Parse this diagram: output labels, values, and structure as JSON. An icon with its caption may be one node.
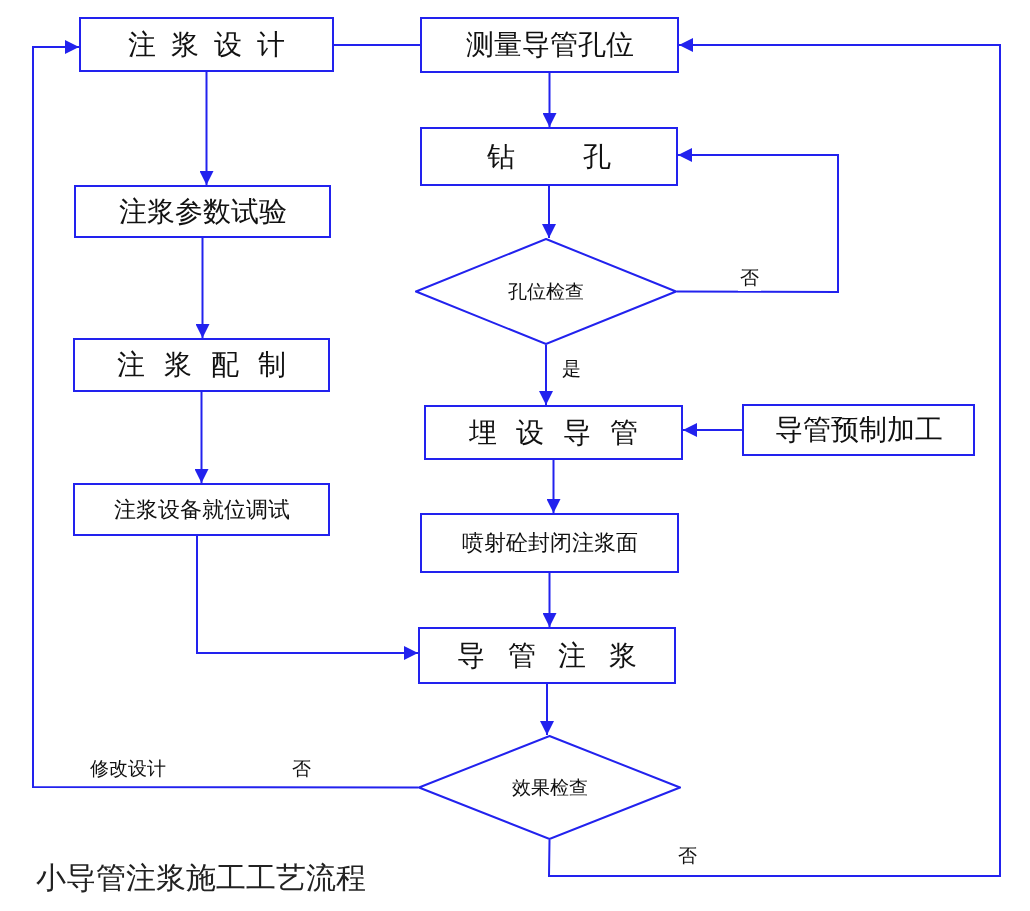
{
  "diagram": {
    "caption": "小导管注浆施工工艺流程",
    "nodes": [
      {
        "text": [
          "注 浆 设 计"
        ]
      },
      {
        "text": [
          "测量导管孔位"
        ]
      },
      {
        "text": [
          "钻 孔"
        ]
      },
      {
        "text": [
          "注浆参数试验"
        ]
      },
      {
        "text": [
          "孔位检查"
        ]
      },
      {
        "text": [
          "注 浆 配 制"
        ]
      },
      {
        "text": [
          "埋 设 导 管"
        ]
      },
      {
        "text": [
          "导管预制加工"
        ]
      },
      {
        "text": [
          "注浆设备就位调试"
        ]
      },
      {
        "text": [
          "喷射砼封闭注浆面"
        ]
      },
      {
        "text": [
          "导 管 注 浆"
        ]
      },
      {
        "text": [
          "效果检查"
        ]
      }
    ],
    "edges": [
      {
        "from": 1,
        "to": 0,
        "arrow": "none"
      },
      {
        "from": 1,
        "to": 2,
        "arrow": "to"
      },
      {
        "from": 0,
        "to": 3,
        "arrow": "to"
      },
      {
        "from": 2,
        "to": 4,
        "arrow": "to"
      },
      {
        "from": 4,
        "to": 2,
        "arrow": "to",
        "label": "否"
      },
      {
        "from": 3,
        "to": 5,
        "arrow": "to"
      },
      {
        "from": 4,
        "to": 6,
        "arrow": "to",
        "label": "是"
      },
      {
        "from": 7,
        "to": 6,
        "arrow": "to"
      },
      {
        "from": 5,
        "to": 8,
        "arrow": "to"
      },
      {
        "from": 6,
        "to": 9,
        "arrow": "to"
      },
      {
        "from": 8,
        "to": 10,
        "arrow": "to"
      },
      {
        "from": 9,
        "to": 10,
        "arrow": "to"
      },
      {
        "from": 10,
        "to": 11,
        "arrow": "to"
      },
      {
        "from": 11,
        "to": 0,
        "arrow": "to",
        "label": "否"
      },
      {
        "from": 11,
        "to": 1,
        "arrow": "to",
        "label": "否"
      }
    ],
    "labels": [
      "修改设计"
    ]
  }
}
